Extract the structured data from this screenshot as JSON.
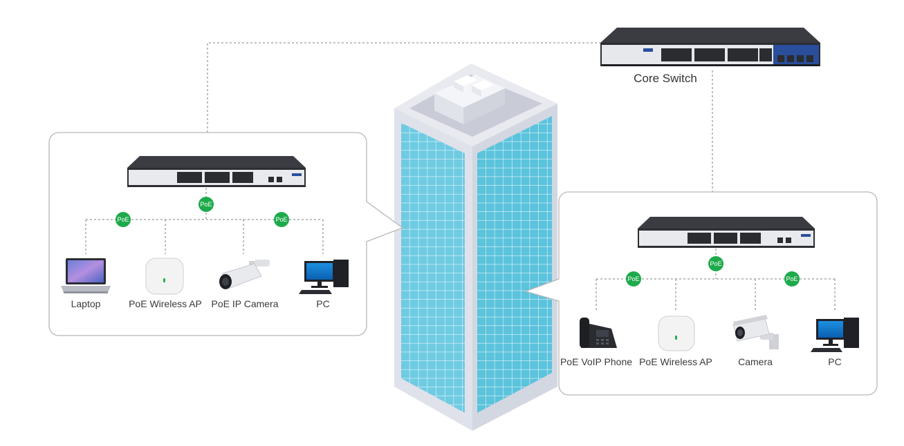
{
  "core_switch": {
    "label": "Core Switch"
  },
  "panels": [
    {
      "id": "left",
      "badge": "PoE",
      "devices": [
        {
          "label": "Laptop",
          "icon": "laptop-icon"
        },
        {
          "label": "PoE Wireless AP",
          "icon": "wireless-ap-icon"
        },
        {
          "label": "PoE IP Camera",
          "icon": "bullet-camera-icon"
        },
        {
          "label": "PC",
          "icon": "pc-icon"
        }
      ]
    },
    {
      "id": "right",
      "badge": "PoE",
      "devices": [
        {
          "label": "PoE VoIP Phone",
          "icon": "voip-phone-icon"
        },
        {
          "label": "PoE Wireless AP",
          "icon": "wireless-ap-icon"
        },
        {
          "label": "Camera",
          "icon": "box-camera-icon"
        },
        {
          "label": "PC",
          "icon": "pc-icon"
        }
      ]
    }
  ],
  "colors": {
    "poe_badge": "#1eaa4b",
    "building_glass": "#5bc3dc",
    "building_frame": "#e3e6ee",
    "switch_body": "#2c2e33",
    "panel_border": "#b7b7b7",
    "dotted_line": "#9a9a9a"
  }
}
